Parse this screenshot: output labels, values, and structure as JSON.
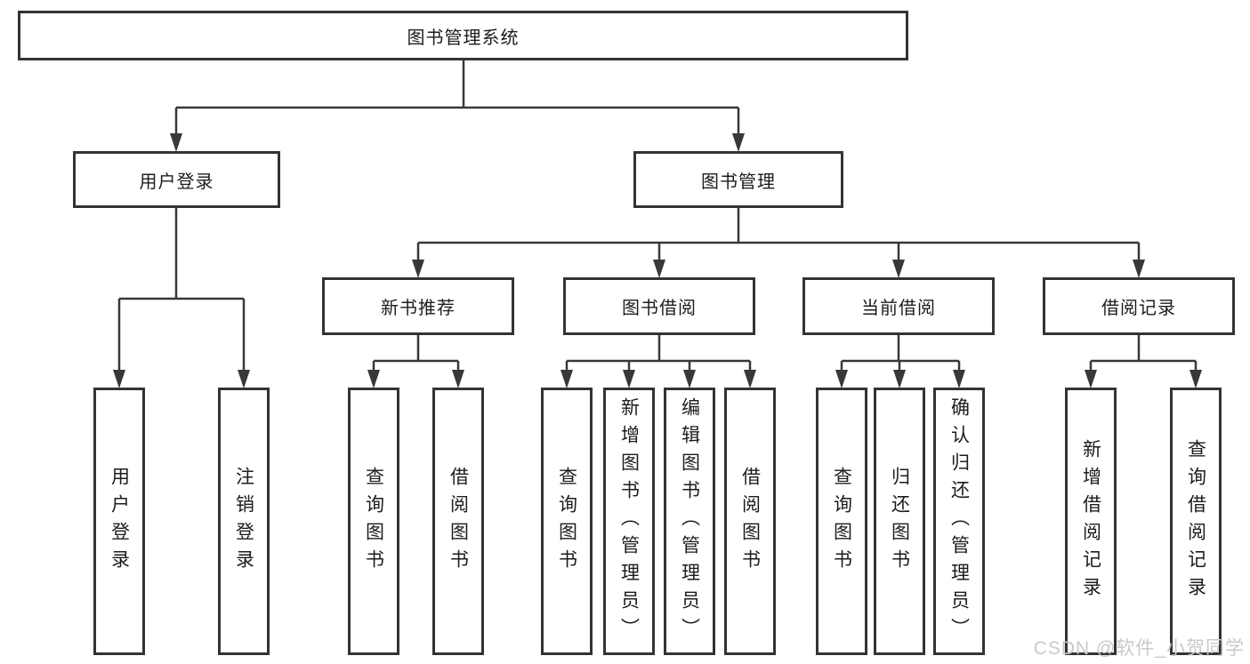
{
  "tree": {
    "root": "图书管理系统",
    "user_login": {
      "label": "用户登录",
      "leaves": [
        "用户登录",
        "注销登录"
      ]
    },
    "book_management": {
      "label": "图书管理",
      "groups": [
        {
          "label": "新书推荐",
          "leaves": [
            "查询图书",
            "借阅图书"
          ]
        },
        {
          "label": "图书借阅",
          "leaves": [
            "查询图书",
            "新增图书（管理员）",
            "编辑图书（管理员）",
            "借阅图书"
          ]
        },
        {
          "label": "当前借阅",
          "leaves": [
            "查询图书",
            "归还图书",
            "确认归还（管理员）"
          ]
        },
        {
          "label": "借阅记录",
          "leaves": [
            "新增借阅记录",
            "查询借阅记录"
          ]
        }
      ]
    }
  },
  "watermark": "CSDN @软件_小贺同学",
  "colors": {
    "line": "#383838",
    "border": "#333333",
    "text": "#1c1c1c",
    "watermark": "#c9c9c9",
    "background": "#ffffff"
  }
}
